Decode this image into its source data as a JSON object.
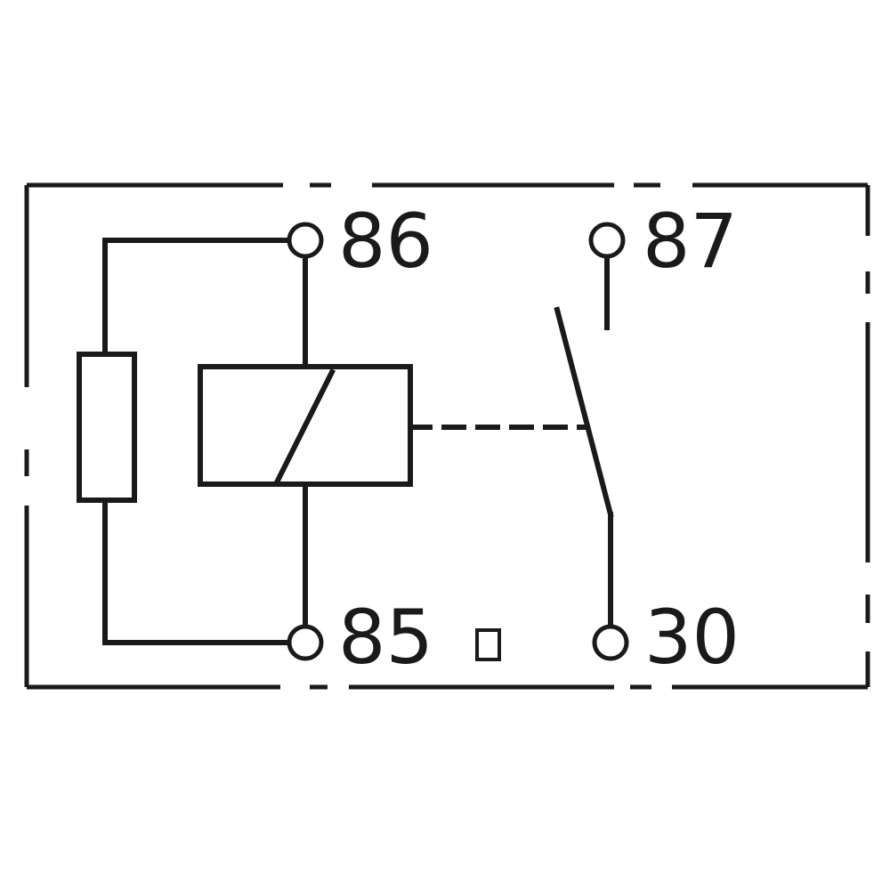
{
  "diagram": {
    "pins": {
      "p86": "86",
      "p87": "87",
      "p85": "85",
      "p30": "30"
    },
    "colors": {
      "line": "#1a1a1a",
      "background": "#ffffff"
    }
  }
}
